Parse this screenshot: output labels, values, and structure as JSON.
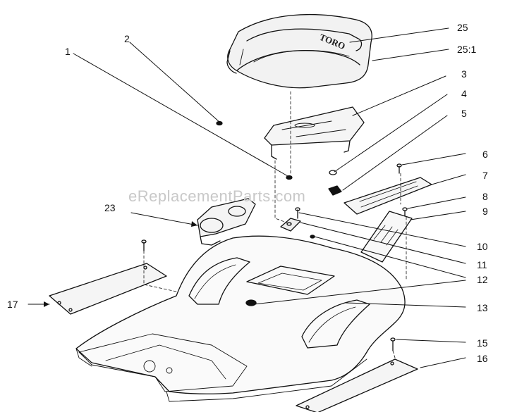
{
  "watermark": "eReplacementParts.com",
  "seat_brand": "TORO",
  "callouts": [
    "1",
    "2",
    "3",
    "4",
    "5",
    "6",
    "7",
    "8",
    "9",
    "10",
    "11",
    "12",
    "13",
    "15",
    "16",
    "17",
    "23",
    "25",
    "25:1"
  ],
  "colors": {
    "line": "#111111",
    "watermark": "#c8c8c8",
    "background": "#ffffff"
  }
}
